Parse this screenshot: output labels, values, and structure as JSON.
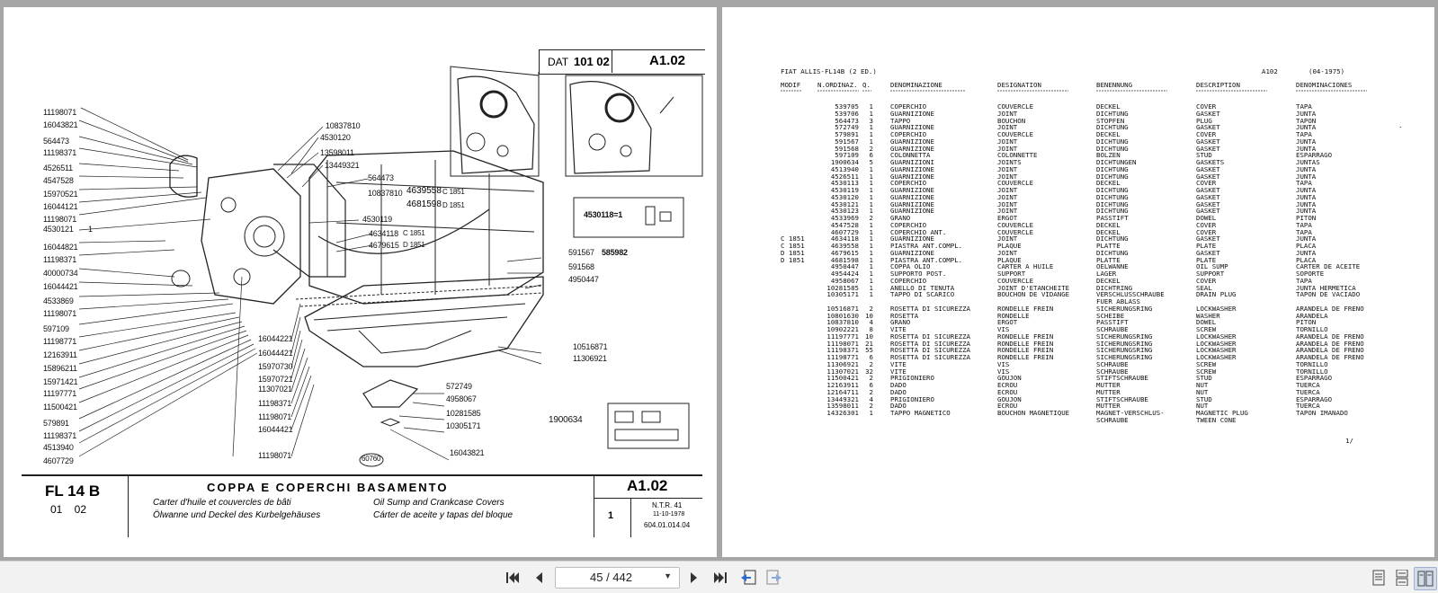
{
  "left_page": {
    "header": {
      "dat_label": "DAT",
      "dat_value": "101 02",
      "code": "A1.02"
    },
    "part_labels_left": [
      "11198071",
      "16043821",
      "564473",
      "11198371",
      "4526511",
      "4547528",
      "15970521",
      "16044121",
      "11198071",
      "4530121",
      "16044821",
      "11198371",
      "40000734",
      "16044421",
      "4533869",
      "11198071",
      "597109",
      "11198771",
      "12163911",
      "15896211",
      "15971421",
      "11197771",
      "11500421",
      "579891",
      "11198371",
      "4513940",
      "4607729"
    ],
    "callout_1": "1",
    "part_labels_mid": [
      "10837810",
      "4530120",
      "13598011",
      "13449321",
      "564473",
      "10837810",
      "4530119",
      "4634118",
      "4679615",
      "16044221",
      "16044421",
      "15970730",
      "15970721",
      "11307021",
      "11198371",
      "11198071",
      "16044421",
      "11198071"
    ],
    "codes_c1851": "C 1851",
    "codes_d1851": "D 1851",
    "mid_big": [
      "4639558",
      "4681598"
    ],
    "right_labels": [
      "591567",
      "585982",
      "591568",
      "4950447",
      "10516871",
      "11306921",
      "572749",
      "4958067",
      "10281585",
      "10305171",
      "1900634",
      "16043821"
    ],
    "inset_label": "4530118=1",
    "circle_label": "60760",
    "title_block": {
      "model": "FL 14 B",
      "model_codes": "01    02",
      "title": "COPPA E COPERCHI BASAMENTO",
      "sub_fr": "Carter d'huile et couvercles de bâti",
      "sub_en": "Oil Sump and Crankcase Covers",
      "sub_de": "Ölwanne und Deckel des Kurbelgehäuses",
      "sub_es": "Cárter de aceite y tapas del bloque",
      "code": "A1.02",
      "sheet": "1",
      "ntr": "N.T.R. 41",
      "date": "11-10-1978",
      "ref": "604.01.014.04"
    }
  },
  "right_page": {
    "doc_title": "FIAT ALLIS-FL14B (2 ED.)",
    "doc_code": "A102",
    "doc_date": "(04-1975)",
    "headers": {
      "modif": "MODIF",
      "n_ordinaz": "N.ORDINAZ.",
      "q": "Q.",
      "denominazione": "DENOMINAZIONE",
      "designation": "DESIGNATION",
      "benennung": "BENENNUNG",
      "description": "DESCRIPTION",
      "denominaciones": "DENOMINACIONES"
    },
    "rows": [
      {
        "modif": "",
        "num": "539705",
        "q": "1",
        "it": "COPERCHIO",
        "fr": "COUVERCLE",
        "de": "DECKEL",
        "en": "COVER",
        "es": "TAPA"
      },
      {
        "modif": "",
        "num": "539706",
        "q": "1",
        "it": "GUARNIZIONE",
        "fr": "JOINT",
        "de": "DICHTUNG",
        "en": "GASKET",
        "es": "JUNTA"
      },
      {
        "modif": "",
        "num": "564473",
        "q": "3",
        "it": "TAPPO",
        "fr": "BOUCHON",
        "de": "STOPFEN",
        "en": "PLUG",
        "es": "TAPON"
      },
      {
        "modif": "",
        "num": "572749",
        "q": "1",
        "it": "GUARNIZIONE",
        "fr": "JOINT",
        "de": "DICHTUNG",
        "en": "GASKET",
        "es": "JUNTA"
      },
      {
        "modif": "",
        "num": "579891",
        "q": "1",
        "it": "COPERCHIO",
        "fr": "COUVERCLE",
        "de": "DECKEL",
        "en": "COVER",
        "es": "TAPA"
      },
      {
        "modif": "",
        "num": "591567",
        "q": "1",
        "it": "GUARNIZIONE",
        "fr": "JOINT",
        "de": "DICHTUNG",
        "en": "GASKET",
        "es": "JUNTA"
      },
      {
        "modif": "",
        "num": "591568",
        "q": "2",
        "it": "GUARNIZIONE",
        "fr": "JOINT",
        "de": "DICHTUNG",
        "en": "GASKET",
        "es": "JUNTA"
      },
      {
        "modif": "",
        "num": "597109",
        "q": "6",
        "it": "COLONNETTA",
        "fr": "COLONNETTE",
        "de": "BOLZEN",
        "en": "STUD",
        "es": "ESPARRAGO"
      },
      {
        "modif": "",
        "num": "1900634",
        "q": "5",
        "it": "GUARNIZIONI",
        "fr": "JOINTS",
        "de": "DICHTUNGEN",
        "en": "GASKETS",
        "es": "JUNTAS"
      },
      {
        "modif": "",
        "num": "4513940",
        "q": "1",
        "it": "GUARNIZIONE",
        "fr": "JOINT",
        "de": "DICHTUNG",
        "en": "GASKET",
        "es": "JUNTA"
      },
      {
        "modif": "",
        "num": "4526511",
        "q": "1",
        "it": "GUARNIZIONE",
        "fr": "JOINT",
        "de": "DICHTUNG",
        "en": "GASKET",
        "es": "JUNTA"
      },
      {
        "modif": "",
        "num": "4530113",
        "q": "1",
        "it": "COPERCHIO",
        "fr": "COUVERCLE",
        "de": "DECKEL",
        "en": "COVER",
        "es": "TAPA"
      },
      {
        "modif": "",
        "num": "4530119",
        "q": "1",
        "it": "GUARNIZIONE",
        "fr": "JOINT",
        "de": "DICHTUNG",
        "en": "GASKET",
        "es": "JUNTA"
      },
      {
        "modif": "",
        "num": "4530120",
        "q": "1",
        "it": "GUARNIZIONE",
        "fr": "JOINT",
        "de": "DICHTUNG",
        "en": "GASKET",
        "es": "JUNTA"
      },
      {
        "modif": "",
        "num": "4530121",
        "q": "1",
        "it": "GUARNIZIONE",
        "fr": "JOINT",
        "de": "DICHTUNG",
        "en": "GASKET",
        "es": "JUNTA"
      },
      {
        "modif": "",
        "num": "4530123",
        "q": "1",
        "it": "GUARNIZIONE",
        "fr": "JOINT",
        "de": "DICHTUNG",
        "en": "GASKET",
        "es": "JUNTA"
      },
      {
        "modif": "",
        "num": "4533969",
        "q": "2",
        "it": "GRANO",
        "fr": "ERGOT",
        "de": "PASSTIFT",
        "en": "DOWEL",
        "es": "PITON"
      },
      {
        "modif": "",
        "num": "4547528",
        "q": "1",
        "it": "COPERCHIO",
        "fr": "COUVERCLE",
        "de": "DECKEL",
        "en": "COVER",
        "es": "TAPA"
      },
      {
        "modif": "",
        "num": "4607729",
        "q": "1",
        "it": "COPERCHIO ANT.",
        "fr": "COUVERCLE",
        "de": "DECKEL",
        "en": "COVER",
        "es": "TAPA"
      },
      {
        "modif": "C 1851",
        "num": "4634118",
        "q": "1",
        "it": "GUARNIZIONE",
        "fr": "JOINT",
        "de": "DICHTUNG",
        "en": "GASKET",
        "es": "JUNTA"
      },
      {
        "modif": "C 1851",
        "num": "4639558",
        "q": "1",
        "it": "PIASTRA ANT.COMPL.",
        "fr": "PLAQUE",
        "de": "PLATTE",
        "en": "PLATE",
        "es": "PLACA"
      },
      {
        "modif": "D 1851",
        "num": "4679615",
        "q": "1",
        "it": "GUARNIZIONE",
        "fr": "JOINT",
        "de": "DICHTUNG",
        "en": "GASKET",
        "es": "JUNTA"
      },
      {
        "modif": "D 1851",
        "num": "4681598",
        "q": "1",
        "it": "PIASTRA ANT.COMPL.",
        "fr": "PLAQUE",
        "de": "PLATTE",
        "en": "PLATE",
        "es": "PLACA"
      },
      {
        "modif": "",
        "num": "4950447",
        "q": "1",
        "it": "COPPA OLIO",
        "fr": "CARTER A HUILE",
        "de": "OELWANNE",
        "en": "OIL SUMP",
        "es": "CARTER DE ACEITE"
      },
      {
        "modif": "",
        "num": "4954424",
        "q": "1",
        "it": "SUPPORTO POST.",
        "fr": "SUPPORT",
        "de": "LAGER",
        "en": "SUPPORT",
        "es": "SOPORTE"
      },
      {
        "modif": "",
        "num": "4958067",
        "q": "1",
        "it": "COPERCHIO",
        "fr": "COUVERCLE",
        "de": "DECKEL",
        "en": "COVER",
        "es": "TAPA"
      },
      {
        "modif": "",
        "num": "10281585",
        "q": "1",
        "it": "ANELLO DI TENUTA",
        "fr": "JOINT D'ETANCHEITE",
        "de": "DICHTRING",
        "en": "SEAL",
        "es": "JUNTA HERMETICA"
      },
      {
        "modif": "",
        "num": "10305171",
        "q": "1",
        "it": "TAPPO DI SCARICO",
        "fr": "BOUCHON DE VIDANGE",
        "de": "VERSCHLUSSCHRAUBE",
        "en": "DRAIN PLUG",
        "es": "TAPON DE VACIADO"
      },
      {
        "modif": "",
        "num": "",
        "q": "",
        "it": "",
        "fr": "",
        "de": "FUER ABLASS",
        "en": "",
        "es": ""
      },
      {
        "modif": "",
        "num": "10516871",
        "q": "2",
        "it": "ROSETTA DI SICUREZZA",
        "fr": "RONDELLE FREIN",
        "de": "SICHERUNGSRING",
        "en": "LOCKWASHER",
        "es": "ARANDELA DE FRENO"
      },
      {
        "modif": "",
        "num": "10801630",
        "q": "10",
        "it": "ROSETTA",
        "fr": "RONDELLE",
        "de": "SCHEIBE",
        "en": "WASHER",
        "es": "ARANDELA"
      },
      {
        "modif": "",
        "num": "10837810",
        "q": "4",
        "it": "GRANO",
        "fr": "ERGOT",
        "de": "PASSTIFT",
        "en": "DOWEL",
        "es": "PITON"
      },
      {
        "modif": "",
        "num": "10902221",
        "q": "8",
        "it": "VITE",
        "fr": "VIS",
        "de": "SCHRAUBE",
        "en": "SCREW",
        "es": "TORNILLO"
      },
      {
        "modif": "",
        "num": "11197771",
        "q": "10",
        "it": "ROSETTA DI SICUREZZA",
        "fr": "RONDELLE FREIN",
        "de": "SICHERUNGSRING",
        "en": "LOCKWASHER",
        "es": "ARANDELA DE FRENO"
      },
      {
        "modif": "",
        "num": "11198071",
        "q": "21",
        "it": "ROSETTA DI SICUREZZA",
        "fr": "RONDELLE FREIN",
        "de": "SICHERUNGSRING",
        "en": "LOCKWASHER",
        "es": "ARANDELA DE FRENO"
      },
      {
        "modif": "",
        "num": "11198371",
        "q": "55",
        "it": "ROSETTA DI SICUREZZA",
        "fr": "RONDELLE FREIN",
        "de": "SICHERUNGSRING",
        "en": "LOCKWASHER",
        "es": "ARANDELA DE FRENO"
      },
      {
        "modif": "",
        "num": "11198771",
        "q": "6",
        "it": "ROSETTA DI SICUREZZA",
        "fr": "RONDELLE FREIN",
        "de": "SICHERUNGSRING",
        "en": "LOCKWASHER",
        "es": "ARANDELA DE FRENO"
      },
      {
        "modif": "",
        "num": "11306921",
        "q": "2",
        "it": "VITE",
        "fr": "VIS",
        "de": "SCHRAUBE",
        "en": "SCREW",
        "es": "TORNILLO"
      },
      {
        "modif": "",
        "num": "11307021",
        "q": "32",
        "it": "VITE",
        "fr": "VIS",
        "de": "SCHRAUBE",
        "en": "SCREW",
        "es": "TORNILLO"
      },
      {
        "modif": "",
        "num": "11500421",
        "q": "2",
        "it": "PRIGIONIERO",
        "fr": "GOUJON",
        "de": "STIFTSCHRAUBE",
        "en": "STUD",
        "es": "ESPARRAGO"
      },
      {
        "modif": "",
        "num": "12163911",
        "q": "6",
        "it": "DADO",
        "fr": "ECROU",
        "de": "MUTTER",
        "en": "NUT",
        "es": "TUERCA"
      },
      {
        "modif": "",
        "num": "12164711",
        "q": "2",
        "it": "DADO",
        "fr": "ECROU",
        "de": "MUTTER",
        "en": "NUT",
        "es": "TUERCA"
      },
      {
        "modif": "",
        "num": "13449321",
        "q": "4",
        "it": "PRIGIONIERO",
        "fr": "GOUJON",
        "de": "STIFTSCHRAUBE",
        "en": "STUD",
        "es": "ESPARRAGO"
      },
      {
        "modif": "",
        "num": "13598011",
        "q": "2",
        "it": "DADO",
        "fr": "ECROU",
        "de": "MUTTER",
        "en": "NUT",
        "es": "TUERCA"
      },
      {
        "modif": "",
        "num": "14326301",
        "q": "1",
        "it": "TAPPO MAGNETICO",
        "fr": "BOUCHON MAGNETIQUE",
        "de": "MAGNET-VERSCHLUS-",
        "en": "MAGNETIC PLUG",
        "es": "TAPON IMANADO"
      },
      {
        "modif": "",
        "num": "",
        "q": "",
        "it": "",
        "fr": "",
        "de": "SCHRAUBE",
        "en": "TWEEN CONE",
        "es": ""
      }
    ],
    "page_mark": "1/"
  },
  "toolbar": {
    "page_indicator": "45 / 442",
    "icons": [
      "first-page-icon",
      "prev-page-icon",
      "next-page-icon",
      "last-page-icon",
      "go-back-icon",
      "go-forward-icon",
      "single-page-icon",
      "continuous-page-icon",
      "two-page-icon"
    ]
  }
}
